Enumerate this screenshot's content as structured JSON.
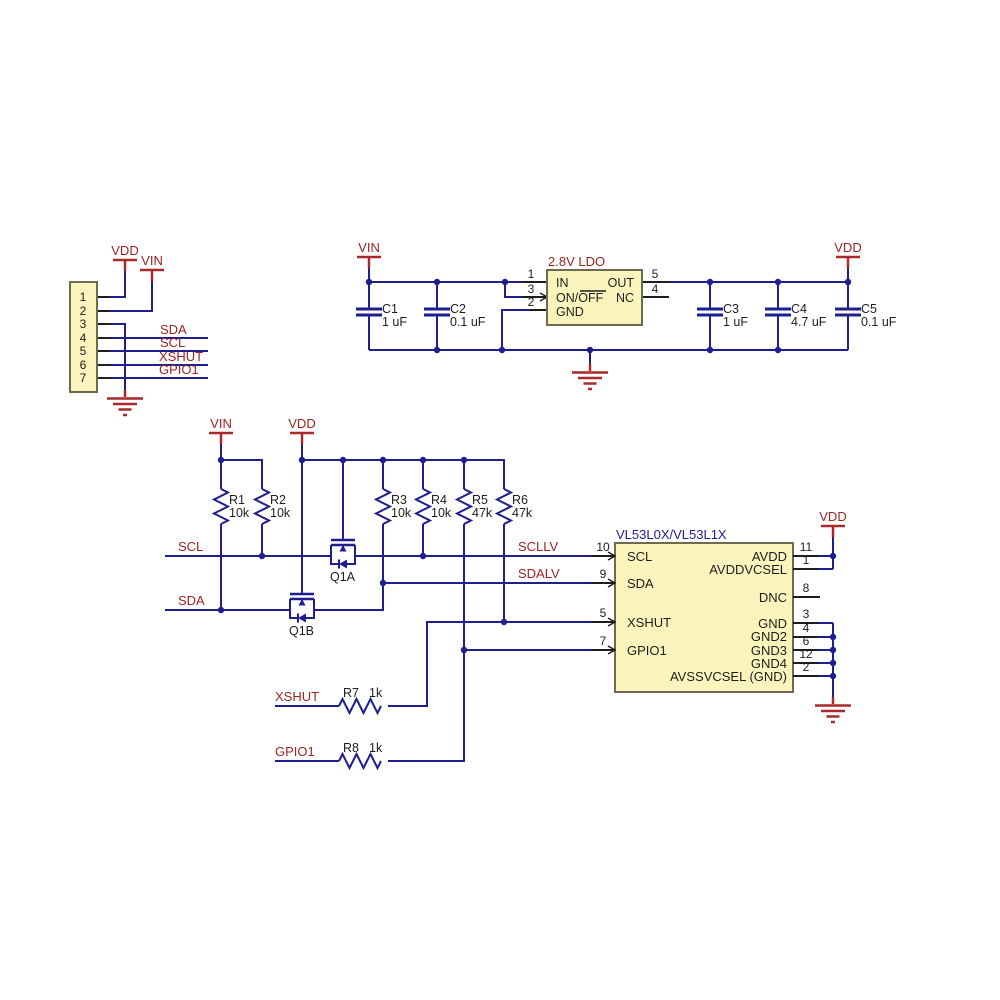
{
  "colors": {
    "wire_blue": "#1e1e8f",
    "pin_black": "#1d1d1d",
    "label_red": "#9b2423",
    "power_red": "#a82a2a",
    "component_fill": "#fbf5bd",
    "component_border": "#6e6a50"
  },
  "connector": {
    "vdd": "VDD",
    "vin": "VIN",
    "pin_numbers": [
      "1",
      "2",
      "3",
      "4",
      "5",
      "6",
      "7"
    ],
    "net_labels": [
      "SDA",
      "SCL",
      "XSHUT",
      "GPIO1"
    ]
  },
  "ldo": {
    "title": "2.8V LDO",
    "vin": "VIN",
    "vdd": "VDD",
    "left_pins": [
      {
        "num": "1",
        "label": "IN"
      },
      {
        "num": "3",
        "label": "ON/OFF"
      },
      {
        "num": "2",
        "label": "GND"
      }
    ],
    "right_pins": [
      {
        "num": "5",
        "label": "OUT"
      },
      {
        "num": "4",
        "label": "NC"
      }
    ]
  },
  "capacitors": [
    {
      "name": "C1",
      "value": "1 uF"
    },
    {
      "name": "C2",
      "value": "0.1 uF"
    },
    {
      "name": "C3",
      "value": "1 uF"
    },
    {
      "name": "C4",
      "value": "4.7 uF"
    },
    {
      "name": "C5",
      "value": "0.1 uF"
    }
  ],
  "level_shifter": {
    "vin": "VIN",
    "vdd": "VDD",
    "net_scl": "SCL",
    "net_sda": "SDA",
    "net_scllv": "SCLLV",
    "net_sdalv": "SDALV",
    "resistors": [
      {
        "name": "R1",
        "value": "10k"
      },
      {
        "name": "R2",
        "value": "10k"
      },
      {
        "name": "R3",
        "value": "10k"
      },
      {
        "name": "R4",
        "value": "10k"
      },
      {
        "name": "R5",
        "value": "47k"
      },
      {
        "name": "R6",
        "value": "47k"
      }
    ],
    "fets": [
      {
        "name": "Q1A"
      },
      {
        "name": "Q1B"
      }
    ]
  },
  "bottom": {
    "xshut": "XSHUT",
    "gpio1": "GPIO1",
    "resistors": [
      {
        "name": "R7",
        "value": "1k"
      },
      {
        "name": "R8",
        "value": "1k"
      }
    ]
  },
  "ic": {
    "title": "VL53L0X/VL53L1X",
    "vdd": "VDD",
    "left_pins": [
      {
        "num": "10",
        "label": "SCL"
      },
      {
        "num": "9",
        "label": "SDA"
      },
      {
        "num": "5",
        "label": "XSHUT"
      },
      {
        "num": "7",
        "label": "GPIO1"
      }
    ],
    "right_pins": [
      {
        "num": "11",
        "label": "AVDD"
      },
      {
        "num": "1",
        "label": "AVDDVCSEL"
      },
      {
        "num": "8",
        "label": "DNC"
      },
      {
        "num": "3",
        "label": "GND"
      },
      {
        "num": "4",
        "label": "GND2"
      },
      {
        "num": "6",
        "label": "GND3"
      },
      {
        "num": "12",
        "label": "GND4"
      },
      {
        "num": "2",
        "label": "AVSSVCSEL (GND)"
      }
    ]
  }
}
